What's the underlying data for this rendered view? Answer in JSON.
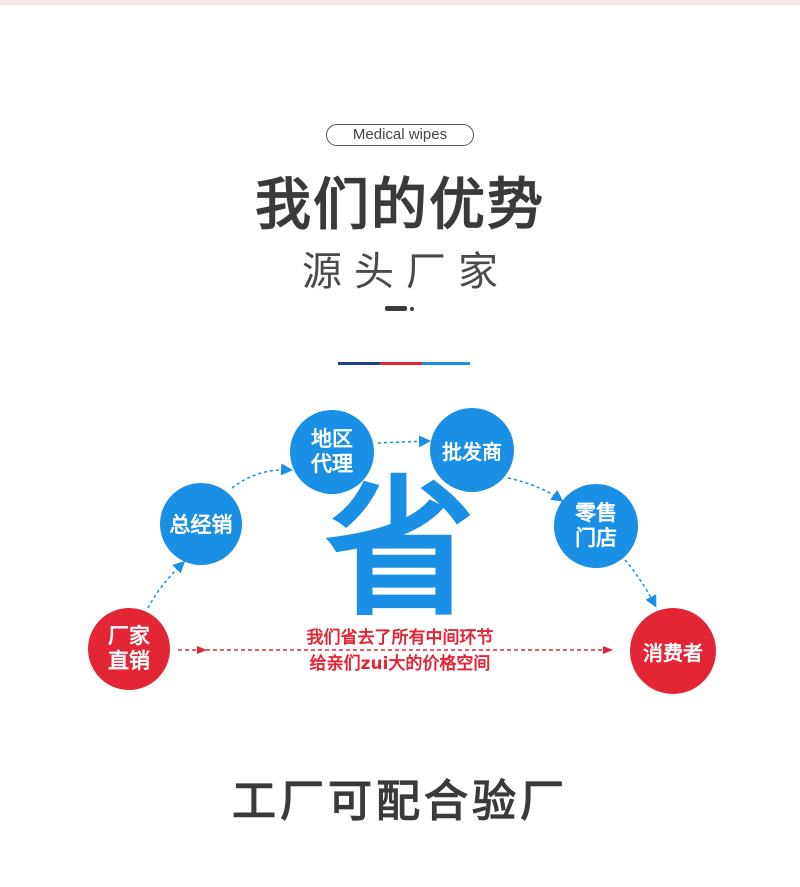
{
  "header": {
    "tag": "Medical wipes",
    "title": "我们的优势",
    "subtitle": "源头厂家"
  },
  "flow": {
    "nodes": [
      {
        "id": "factory",
        "label_line1": "厂家",
        "label_line2": "直销",
        "color": "#e32636"
      },
      {
        "id": "distributor",
        "label_line1": "总经销",
        "label_line2": "",
        "color": "#1a8fe6"
      },
      {
        "id": "regional",
        "label_line1": "地区",
        "label_line2": "代理",
        "color": "#1a8fe6"
      },
      {
        "id": "wholesaler",
        "label_line1": "批发商",
        "label_line2": "",
        "color": "#1a8fe6"
      },
      {
        "id": "retail",
        "label_line1": "零售",
        "label_line2": "门店",
        "color": "#1a8fe6"
      },
      {
        "id": "consumer",
        "label_line1": "消费者",
        "label_line2": "",
        "color": "#e32636"
      }
    ],
    "center_char": "省",
    "save_line1": "我们省去了所有中间环节",
    "save_line2": "给亲们zui大的价格空间"
  },
  "footer": {
    "title": "工厂可配合验厂"
  },
  "colors": {
    "blue": "#1a8fe6",
    "red": "#e32636",
    "dark_text": "#3a3a3a"
  }
}
